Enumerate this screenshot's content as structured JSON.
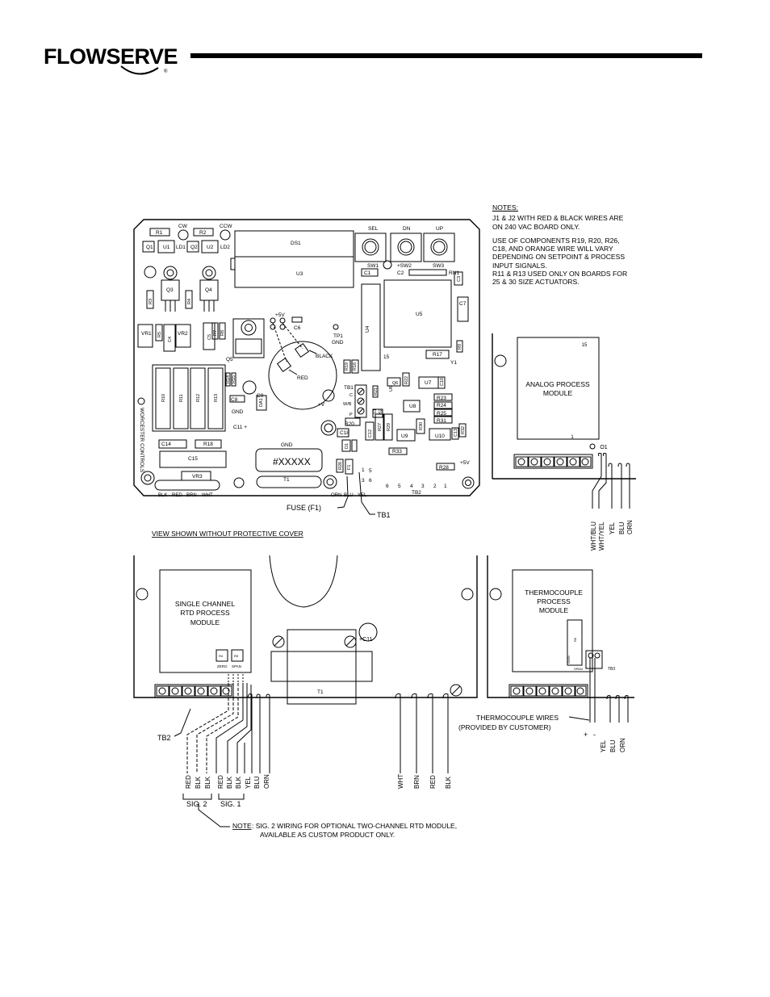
{
  "header": {
    "brand": "FLOWSERVE",
    "reg": "®"
  },
  "notes": {
    "title": "NOTES:",
    "items": [
      "J1 & J2 WITH RED & BLACK WIRES ARE ON 240 VAC BOARD ONLY.",
      "USE OF COMPONENTS R19, R20, R26, C18, AND ORANGE WIRE WILL VARY DEPENDING ON SETPOINT & PROCESS INPUT SIGNALS.",
      "R11 & R13 USED ONLY ON BOARDS FOR 25 & 30 SIZE ACTUATORS."
    ]
  },
  "board": {
    "labels": {
      "r1": "R1",
      "r2": "R2",
      "cw": "CW",
      "ccw": "CCW",
      "q1": "Q1",
      "u1": "U1",
      "ld1": "LD1",
      "q2": "Q2",
      "u2": "U2",
      "ld2": "LD2",
      "ds1": "DS1",
      "u3": "U3",
      "q3": "Q3",
      "q4": "Q4",
      "r3": "R3",
      "r4": "R4",
      "vr1": "VR1",
      "r5": "R5",
      "c4": "C4",
      "vr2": "VR2",
      "c5": "C5",
      "r7": "R7",
      "r8": "R8",
      "r10": "R10",
      "r11": "R11",
      "r12": "R12",
      "r13": "R13",
      "r14": "R14",
      "r15": "R15",
      "c8": "C8",
      "gnd": "GND",
      "c11": "C11 +",
      "c14": "C14",
      "r18": "R18",
      "c15": "C15",
      "vr3": "VR3",
      "blk": "BLK",
      "red": "RED",
      "brn": "BRN",
      "wht": "WHT",
      "p5v": "+5V",
      "c6": "C6",
      "q5": "Q5",
      "c9": "C9",
      "da1": "DA1",
      "black": "BLACK",
      "redw": "RED",
      "tp1": "TP1",
      "tpgnd": "GND",
      "u4": "U4",
      "pv": "+V",
      "wb": "W/B",
      "c": "C",
      "p": "P",
      "tb1": "TB1",
      "r19": "R19",
      "r16": "R16",
      "r20": "R20",
      "c18": "C18",
      "c12": "C12",
      "r27": "R27",
      "r29": "R29",
      "d1": "D1",
      "r21": "R21",
      "q6": "Q6",
      "u6": "U6",
      "r22": "R22",
      "s1": "S1",
      "s2": "S2",
      "gndc": "GND",
      "id": "#XXXXX",
      "t1": "T1",
      "r26": "R26",
      "f1": "F1",
      "sel": "SEL",
      "dn": "DN",
      "up": "UP",
      "sw1": "SW1",
      "sw2": "+SW2",
      "sw3": "SW3",
      "c1": "C1",
      "c2": "C2",
      "rn1": "RN1",
      "u5": "U5",
      "c3": "C3",
      "c7": "C7",
      "r9": "R9",
      "r17": "R17",
      "y1": "Y1",
      "n15": "15",
      "u7": "U7",
      "c10": "C10",
      "u8": "U8",
      "r23": "R23",
      "r24": "R24",
      "r25": "R25",
      "r31": "R31",
      "r30": "R30",
      "u9": "U9",
      "u10": "U10",
      "c13": "C13",
      "r32": "R32",
      "r33": "R33",
      "r28": "R28",
      "p5v2": "+5V",
      "tb2": "TB2",
      "orn": "ORN",
      "blu": "BLU",
      "yel": "YEL",
      "n1": "1",
      "n2": "2",
      "n3": "3",
      "n4": "4",
      "n5": "5",
      "n6": "6"
    },
    "callout_fuse": "FUSE (F1)",
    "callout_tb1": "TB1",
    "caption": "VIEW SHOWN WITHOUT PROTECTIVE COVER",
    "vertical_logo": "WORCESTER CONTROLS"
  },
  "analog_module": {
    "title_line1": "ANALOG PROCESS",
    "title_line2": "MODULE",
    "pin15": "15",
    "pin1": "1",
    "o1": "O1",
    "wires": [
      "WHT/BLU",
      "WHT/YEL",
      "YEL",
      "BLU",
      "ORN"
    ]
  },
  "rtd_module": {
    "title_line1": "SINGLE CHANNEL",
    "title_line2": "RTD PROCESS",
    "title_line3": "MODULE",
    "zero": "ZERO",
    "span": "SPAN",
    "r4": "R4",
    "r5": "R5",
    "c11": "+C11",
    "t1": "T1",
    "tb2": "TB2",
    "wires_sig2": [
      "RED",
      "BLK",
      "BLK"
    ],
    "wires_sig1": [
      "RED",
      "BLK",
      "BLK",
      "YEL",
      "BLU",
      "ORN"
    ],
    "wires_transformer": [
      "WHT",
      "BRN",
      "RED",
      "BLK"
    ],
    "sig2": "SIG. 2",
    "sig1": "SIG. 1",
    "note_label": "NOTE",
    "note_line1": ": SIG. 2 WIRING FOR OPTIONAL TWO-CHANNEL RTD MODULE,",
    "note_line2": "AVAILABLE AS CUSTOM PRODUCT ONLY."
  },
  "thermo_module": {
    "title_line1": "THERMOCOUPLE",
    "title_line2": "PROCESS",
    "title_line3": "MODULE",
    "tb3": "TB3",
    "r6": "R6",
    "gain": "GAIN",
    "span": "SPAN",
    "callout_line1": "THERMOCOUPLE WIRES",
    "callout_line2": "(PROVIDED BY CUSTOMER)",
    "wires": [
      "+",
      "-",
      "YEL",
      "BLU",
      "ORN"
    ]
  }
}
